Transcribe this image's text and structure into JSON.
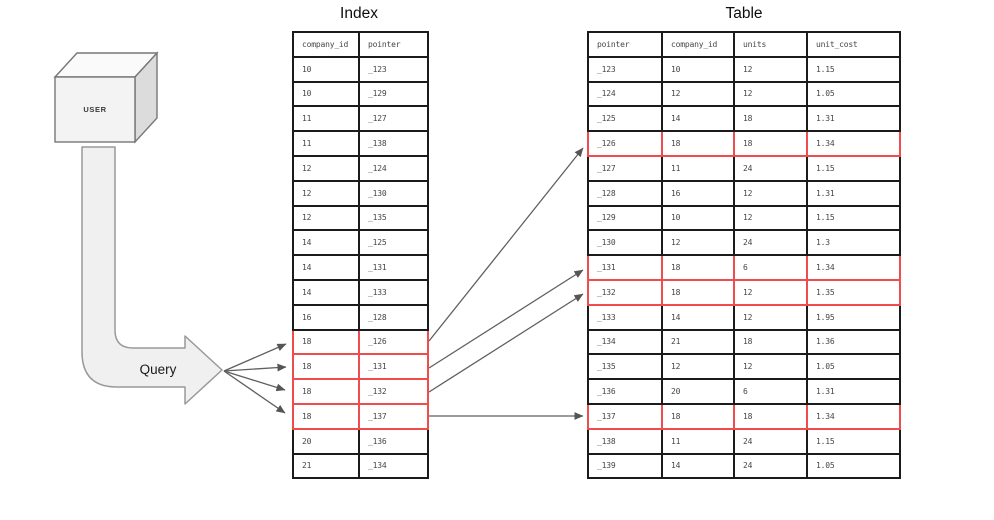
{
  "diagram": {
    "user_label": "USER",
    "query_label": "Query",
    "index": {
      "title": "Index",
      "headers": [
        "company_id",
        "pointer"
      ],
      "rows": [
        [
          "10",
          "_123"
        ],
        [
          "10",
          "_129"
        ],
        [
          "11",
          "_127"
        ],
        [
          "11",
          "_138"
        ],
        [
          "12",
          "_124"
        ],
        [
          "12",
          "_130"
        ],
        [
          "12",
          "_135"
        ],
        [
          "14",
          "_125"
        ],
        [
          "14",
          "_131"
        ],
        [
          "14",
          "_133"
        ],
        [
          "16",
          "_128"
        ],
        [
          "18",
          "_126"
        ],
        [
          "18",
          "_131"
        ],
        [
          "18",
          "_132"
        ],
        [
          "18",
          "_137"
        ],
        [
          "20",
          "_136"
        ],
        [
          "21",
          "_134"
        ]
      ],
      "highlighted_rows": [
        11,
        12,
        13,
        14
      ]
    },
    "table": {
      "title": "Table",
      "headers": [
        "pointer",
        "company_id",
        "units",
        "unit_cost"
      ],
      "rows": [
        [
          "_123",
          "10",
          "12",
          "1.15"
        ],
        [
          "_124",
          "12",
          "12",
          "1.05"
        ],
        [
          "_125",
          "14",
          "18",
          "1.31"
        ],
        [
          "_126",
          "18",
          "18",
          "1.34"
        ],
        [
          "_127",
          "11",
          "24",
          "1.15"
        ],
        [
          "_128",
          "16",
          "12",
          "1.31"
        ],
        [
          "_129",
          "10",
          "12",
          "1.15"
        ],
        [
          "_130",
          "12",
          "24",
          "1.3"
        ],
        [
          "_131",
          "18",
          "6",
          "1.34"
        ],
        [
          "_132",
          "18",
          "12",
          "1.35"
        ],
        [
          "_133",
          "14",
          "12",
          "1.95"
        ],
        [
          "_134",
          "21",
          "18",
          "1.36"
        ],
        [
          "_135",
          "12",
          "12",
          "1.05"
        ],
        [
          "_136",
          "20",
          "6",
          "1.31"
        ],
        [
          "_137",
          "18",
          "18",
          "1.34"
        ],
        [
          "_138",
          "11",
          "24",
          "1.15"
        ],
        [
          "_139",
          "14",
          "24",
          "1.05"
        ]
      ],
      "highlighted_rows": [
        3,
        8,
        9,
        14
      ]
    },
    "colors": {
      "highlight": "#ef4d4d",
      "table_border": "#1b1b1b",
      "arrow_line": "#5f5f5f",
      "query_arrow_fill": "#f0f0f0",
      "query_arrow_stroke": "#999999"
    }
  }
}
